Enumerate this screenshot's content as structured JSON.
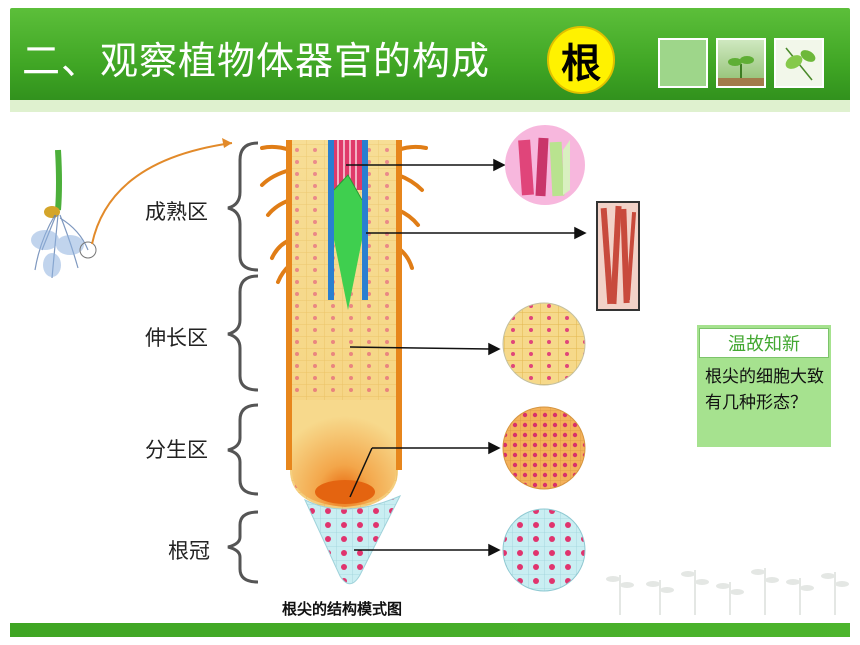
{
  "header": {
    "title": "二、观察植物体器官的构成",
    "badge": "根"
  },
  "zones": [
    {
      "id": "maturation",
      "label": "成熟区"
    },
    {
      "id": "elongation",
      "label": "伸长区"
    },
    {
      "id": "meristem",
      "label": "分生区"
    },
    {
      "id": "root-cap",
      "label": "根冠"
    }
  ],
  "caption": "根尖的结构模式图",
  "note": {
    "title": "温故知新",
    "body": "根尖的细胞大致有几种形态？"
  },
  "colors": {
    "header_green": "#3fa524",
    "badge_yellow": "#fff200",
    "note_green": "#a6e28f",
    "root_orange": "#e8841a",
    "root_body": "#f6d98e",
    "vessel_blue": "#2a7fd0",
    "phloem_green": "#3fcf4f",
    "cap_cyan": "#bfe8ee"
  }
}
